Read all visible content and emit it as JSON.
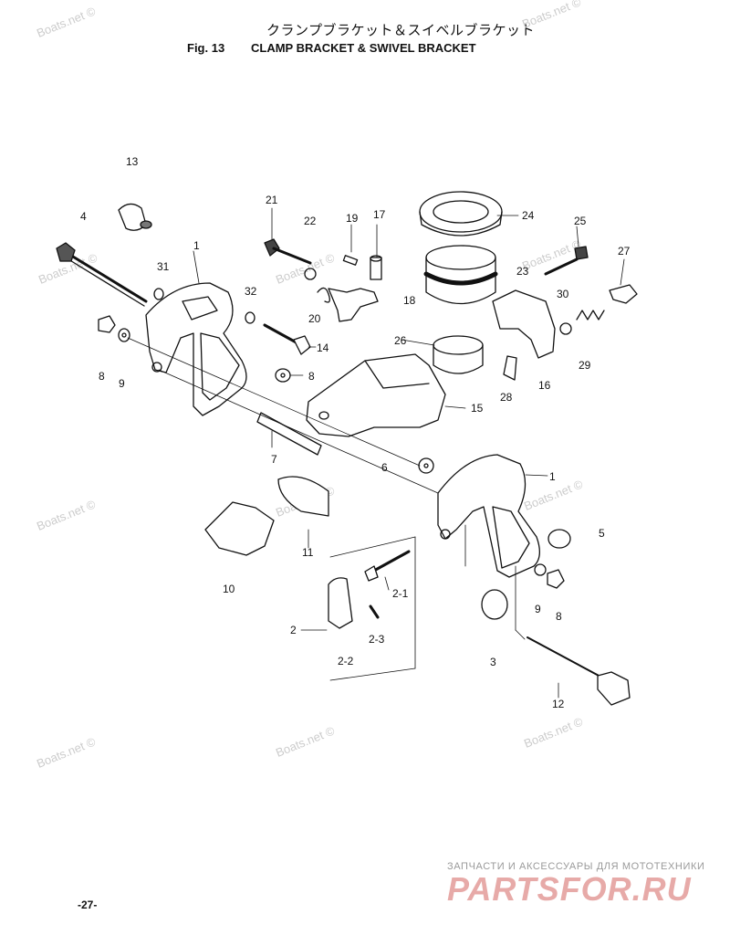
{
  "header": {
    "title_jp": "クランプブラケット＆スイベルブラケット",
    "fig_label": "Fig. 13",
    "title_en": "CLAMP BRACKET & SWIVEL BRACKET"
  },
  "watermark": "Boats.net ©",
  "part_labels": [
    "1",
    "1",
    "2",
    "2-1",
    "2-2",
    "2-3",
    "3",
    "4",
    "5",
    "6",
    "7",
    "8",
    "8",
    "8",
    "9",
    "9",
    "10",
    "11",
    "12",
    "13",
    "14",
    "15",
    "16",
    "17",
    "18",
    "19",
    "20",
    "21",
    "22",
    "23",
    "24",
    "25",
    "26",
    "27",
    "28",
    "29",
    "30",
    "31",
    "32"
  ],
  "footer": {
    "page_number": "-27-",
    "brand_subtitle": "ЗАПЧАСТИ И АКСЕССУАРЫ ДЛЯ МОТОТЕХНИКИ",
    "brand_logo": "PARTSFOR.RU"
  }
}
